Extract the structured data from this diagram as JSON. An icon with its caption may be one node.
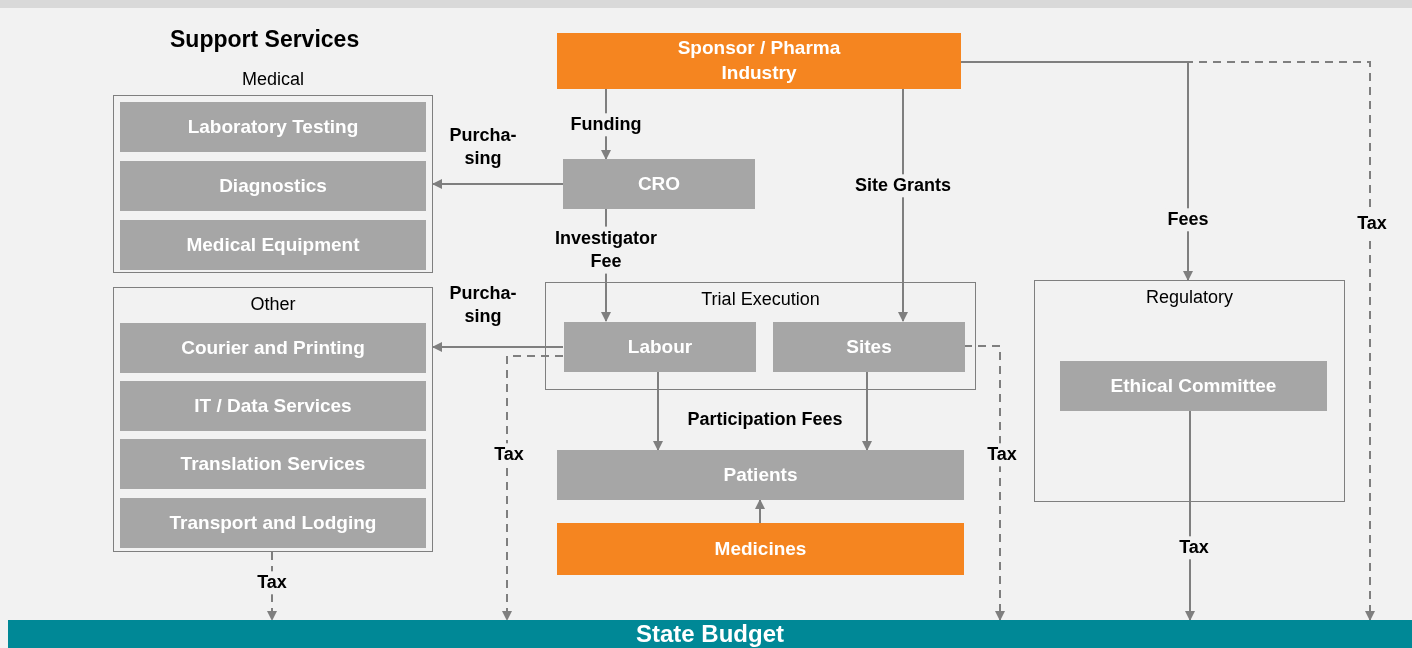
{
  "diagram": {
    "nodes": [
      {
        "text": [
          "Sponsor / Pharma Industry"
        ]
      },
      {
        "text": [
          "Medical"
        ]
      },
      {
        "text": [
          "Laboratory Testing"
        ],
        "in": 1
      },
      {
        "text": [
          "Diagnostics"
        ],
        "in": 1
      },
      {
        "text": [
          "Medical Equipment"
        ],
        "in": 1
      },
      {
        "text": [
          "Other"
        ]
      },
      {
        "text": [
          "Courier and Printing"
        ],
        "in": 5
      },
      {
        "text": [
          "IT / Data Services"
        ],
        "in": 5
      },
      {
        "text": [
          "Translation Services"
        ],
        "in": 5
      },
      {
        "text": [
          "Transport and Lodging"
        ],
        "in": 5
      },
      {
        "text": [
          "CRO"
        ]
      },
      {
        "text": [
          "Trial Execution"
        ]
      },
      {
        "text": [
          "Labour"
        ],
        "in": 11
      },
      {
        "text": [
          "Sites"
        ],
        "in": 11
      },
      {
        "text": [
          "Patients"
        ]
      },
      {
        "text": [
          "Medicines"
        ]
      },
      {
        "text": [
          "Regulatory"
        ]
      },
      {
        "text": [
          "Ethical Committee"
        ],
        "in": 16
      },
      {
        "text": [
          "State Budget"
        ]
      }
    ],
    "edges": [
      {
        "from": 0,
        "to": 10,
        "arrow": "to",
        "label": "Funding"
      },
      {
        "from": 10,
        "to": 1,
        "arrow": "to",
        "label": "Purcha- sing"
      },
      {
        "from": 10,
        "to": 12,
        "arrow": "to",
        "label": "Investigator Fee"
      },
      {
        "from": 0,
        "to": 13,
        "arrow": "to",
        "label": "Site Grants"
      },
      {
        "from": 0,
        "to": 16,
        "arrow": "to",
        "label": "Fees"
      },
      {
        "from": 0,
        "to": 18,
        "arrow": "to",
        "label": "Tax",
        "style": "dashed"
      },
      {
        "from": 12,
        "to": 5,
        "arrow": "to",
        "label": "Purcha- sing"
      },
      {
        "from": 12,
        "to": 18,
        "arrow": "to",
        "label": "Tax",
        "style": "dashed"
      },
      {
        "from": 13,
        "to": 18,
        "arrow": "to",
        "label": "Tax",
        "style": "dashed"
      },
      {
        "from": 12,
        "to": 14,
        "arrow": "to",
        "label": "Participation Fees"
      },
      {
        "from": 13,
        "to": 14,
        "arrow": "to"
      },
      {
        "from": 15,
        "to": 14,
        "arrow": "to"
      },
      {
        "from": 17,
        "to": 18,
        "arrow": "to",
        "label": "Tax"
      },
      {
        "from": 5,
        "to": 18,
        "arrow": "to",
        "label": "Tax",
        "style": "dashed"
      }
    ],
    "labels": [
      "Support Services"
    ]
  }
}
